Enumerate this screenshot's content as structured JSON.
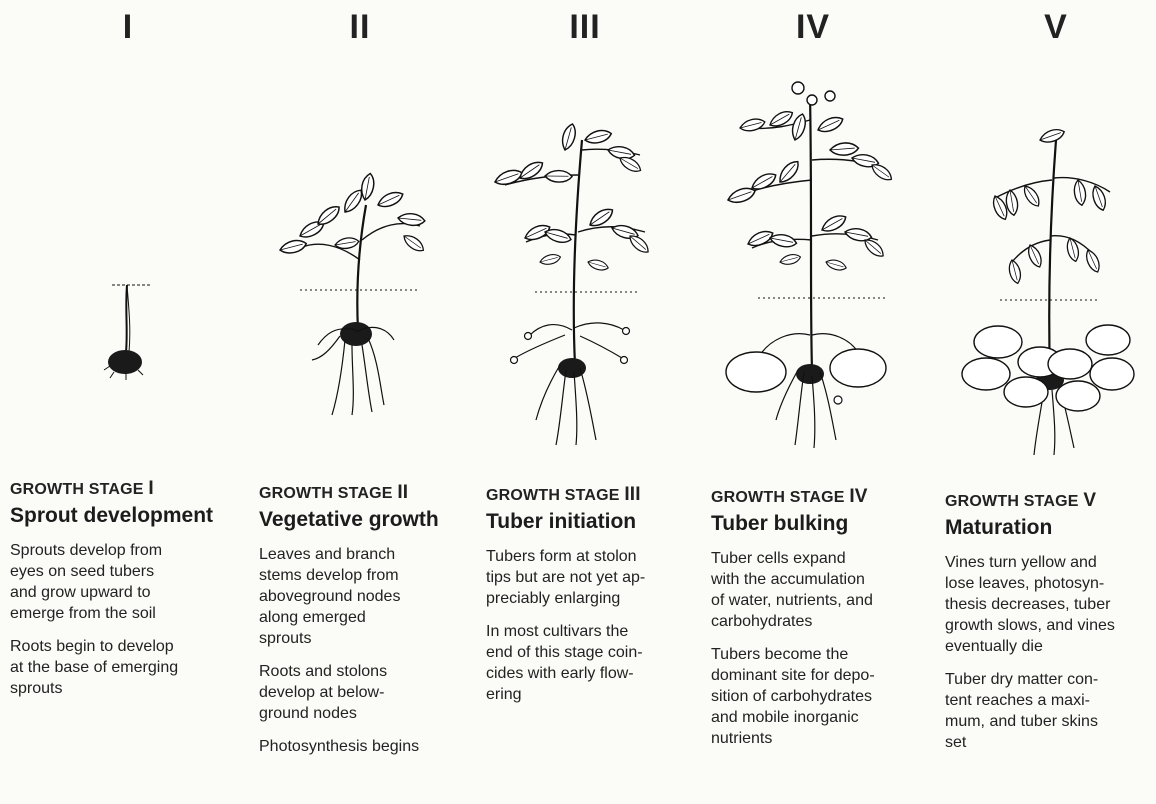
{
  "stage_numerals": [
    "I",
    "II",
    "III",
    "IV",
    "V"
  ],
  "stages": [
    {
      "label_prefix": "GROWTH STAGE",
      "numeral": "I",
      "title": "Sprout development",
      "paragraphs": [
        "Sprouts develop from\neyes on seed tubers\nand grow upward to\nemerge from the soil",
        "Roots begin to develop\nat the base of emerging\nsprouts"
      ]
    },
    {
      "label_prefix": "GROWTH STAGE",
      "numeral": "II",
      "title": "Vegetative growth",
      "paragraphs": [
        "Leaves and branch\nstems develop from\naboveground nodes\nalong emerged\nsprouts",
        "Roots and stolons\ndevelop at below-\nground nodes",
        "Photosynthesis begins"
      ]
    },
    {
      "label_prefix": "GROWTH STAGE",
      "numeral": "III",
      "title": "Tuber initiation",
      "paragraphs": [
        "Tubers form at stolon\ntips but are not yet ap-\npreciably enlarging",
        "In most cultivars the\nend of this stage coin-\ncides with early flow-\nering"
      ]
    },
    {
      "label_prefix": "GROWTH STAGE",
      "numeral": "IV",
      "title": "Tuber bulking",
      "paragraphs": [
        "Tuber cells expand\nwith the accumulation\nof water, nutrients, and\ncarbohydrates",
        "Tubers become the\ndominant site for depo-\nsition of carbohydrates\nand mobile inorganic\nnutrients"
      ]
    },
    {
      "label_prefix": "GROWTH STAGE",
      "numeral": "V",
      "title": "Maturation",
      "paragraphs": [
        "Vines turn yellow and\nlose leaves, photosyn-\nthesis decreases, tuber\ngrowth slows, and vines\neventually die",
        "Tuber dry matter con-\ntent reaches a maxi-\nmum, and tuber skins\nset"
      ]
    }
  ],
  "colors": {
    "ink": "#1a1a1a",
    "paper": "#fbfbf8"
  }
}
